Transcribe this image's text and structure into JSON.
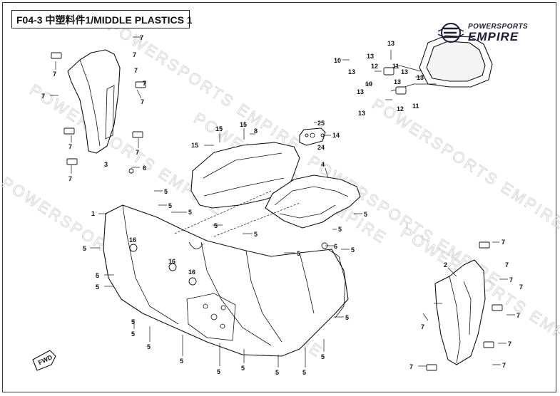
{
  "header": {
    "title": "F04-3 中塑料件1/MIDDLE PLASTICS 1"
  },
  "brand": {
    "line1": "POWERSPORTS",
    "line2": "EMPIRE",
    "color": "#1b1b3a"
  },
  "watermark": {
    "text": "POWERSPORTS EMPIRE"
  },
  "arrow_label": "FWD",
  "callouts": {
    "c1": "7",
    "c2": "7",
    "c3": "7",
    "c4": "7",
    "c5": "7",
    "c6": "7",
    "c7": "7",
    "c8": "7",
    "c9": "7",
    "c10": "7",
    "c11": "3",
    "c12": "6",
    "c13": "5",
    "c14": "5",
    "c15": "1",
    "c16": "5",
    "c17": "5",
    "c18": "5",
    "c19": "5",
    "c20": "5",
    "c21": "16",
    "c22": "16",
    "c23": "16",
    "c24": "15",
    "c25": "15",
    "c26": "15",
    "c27": "8",
    "c28": "25",
    "c29": "14",
    "c30": "24",
    "c31": "4",
    "c32": "5",
    "c33": "5",
    "c34": "5",
    "c35": "6",
    "c36": "5",
    "c37": "5",
    "c38": "5",
    "c39": "5",
    "c40": "5",
    "c41": "5",
    "c42": "5",
    "c43": "5",
    "c44": "5",
    "c45": "5",
    "c46": "5",
    "c47": "5",
    "c48": "10",
    "c49": "13",
    "c50": "13",
    "c51": "12",
    "c52": "11",
    "c53": "13",
    "c54": "13",
    "c55": "10",
    "c56": "13",
    "c57": "13",
    "c58": "12",
    "c59": "11",
    "c60": "13",
    "c61": "13",
    "c62": "2",
    "c63": "7",
    "c64": "7",
    "c65": "7",
    "c66": "7",
    "c67": "7",
    "c68": "7",
    "c69": "7",
    "c70": "7",
    "c71": "7"
  }
}
